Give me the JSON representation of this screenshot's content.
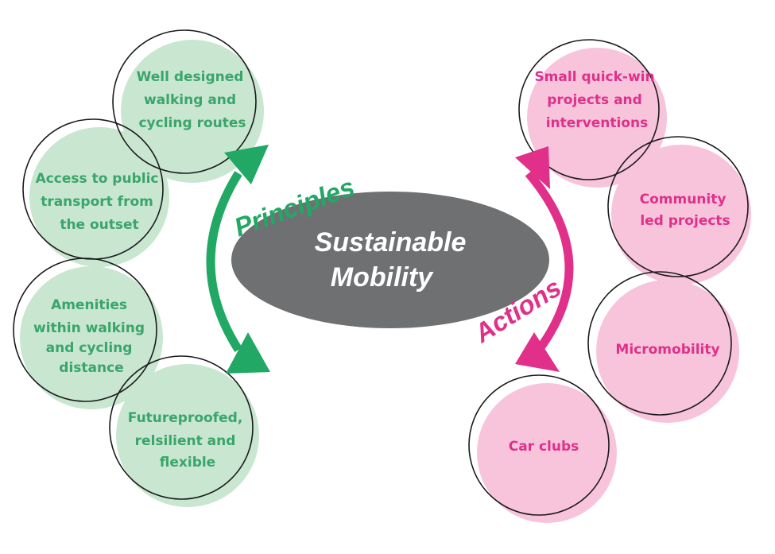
{
  "center": {
    "line1": "Sustainable",
    "line2": "Mobility"
  },
  "principles_label": "Principles",
  "actions_label": "Actions",
  "principles": [
    {
      "lines": [
        "Well designed",
        "walking and",
        "cycling routes"
      ]
    },
    {
      "lines": [
        "Access to public",
        "transport from",
        "the outset"
      ]
    },
    {
      "lines": [
        "Amenities",
        "within walking",
        "and cycling",
        "distance"
      ]
    },
    {
      "lines": [
        "Futureproofed,",
        "relsilient and",
        "flexible"
      ]
    }
  ],
  "actions": [
    {
      "lines": [
        "Small quick-win",
        "projects and",
        "interventions"
      ]
    },
    {
      "lines": [
        "Community",
        "led projects"
      ]
    },
    {
      "lines": [
        "Micromobility"
      ]
    },
    {
      "lines": [
        "Car clubs"
      ]
    }
  ],
  "colors": {
    "green_fill": "#c8e6d0",
    "green_text": "#3aa56a",
    "green_arrow": "#22a865",
    "pink_fill": "#f7c4dc",
    "pink_text": "#e0308a",
    "pink_arrow": "#e0308a",
    "center_fill": "#6f7072",
    "outline": "#1a1a1a"
  }
}
